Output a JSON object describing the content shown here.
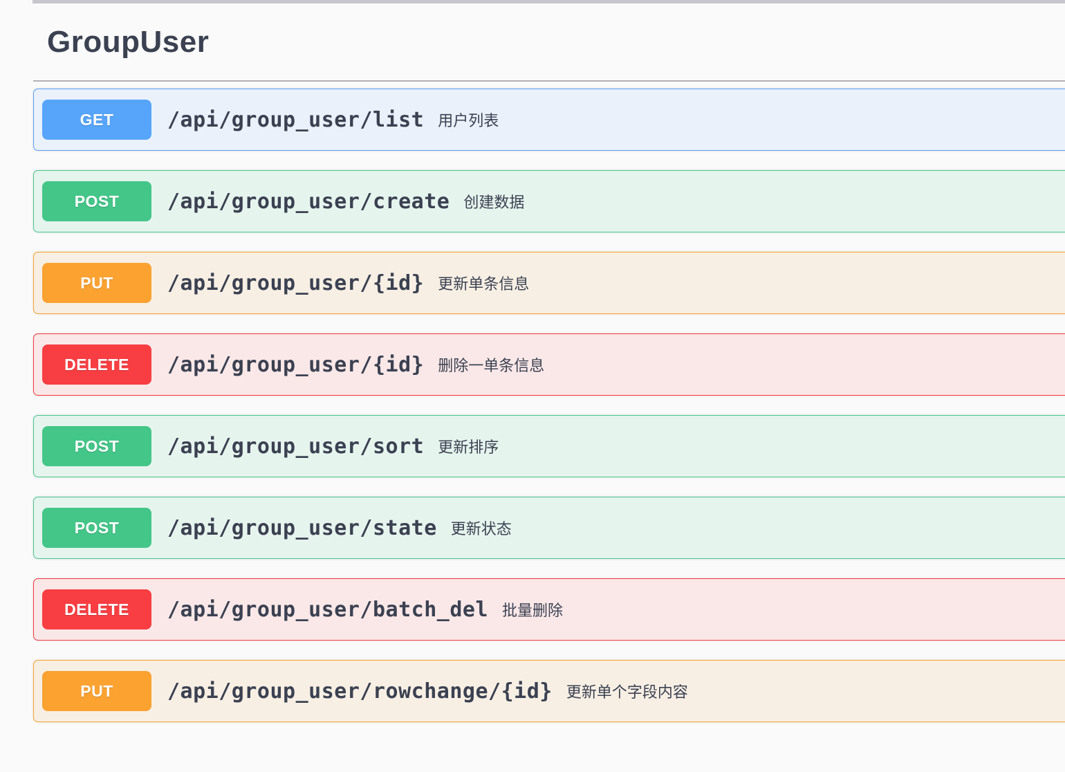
{
  "page": {
    "title": "GroupUser",
    "colors": {
      "background": "#fafafa",
      "title_text": "#3b4151",
      "top_bar": "#c6c6cc",
      "divider": "#b2b2b7"
    }
  },
  "methods": {
    "get": {
      "label": "GET",
      "badge_color": "#56a5fa",
      "border_color": "#5b9ef8",
      "row_background": "#eaf1fb"
    },
    "post": {
      "label": "POST",
      "badge_color": "#44c689",
      "border_color": "#45c68d",
      "row_background": "#e6f4ee"
    },
    "put": {
      "label": "PUT",
      "badge_color": "#fba231",
      "border_color": "#fba12e",
      "row_background": "#f7efe4"
    },
    "delete": {
      "label": "DELETE",
      "badge_color": "#f83e42",
      "border_color": "#f8383d",
      "row_background": "#fae8e8"
    }
  },
  "endpoints": [
    {
      "method": "GET",
      "path": "/api/group_user/list",
      "description": "用户列表"
    },
    {
      "method": "POST",
      "path": "/api/group_user/create",
      "description": "创建数据"
    },
    {
      "method": "PUT",
      "path": "/api/group_user/{id}",
      "description": "更新单条信息"
    },
    {
      "method": "DELETE",
      "path": "/api/group_user/{id}",
      "description": "删除一单条信息"
    },
    {
      "method": "POST",
      "path": "/api/group_user/sort",
      "description": "更新排序"
    },
    {
      "method": "POST",
      "path": "/api/group_user/state",
      "description": "更新状态"
    },
    {
      "method": "DELETE",
      "path": "/api/group_user/batch_del",
      "description": "批量删除"
    },
    {
      "method": "PUT",
      "path": "/api/group_user/rowchange/{id}",
      "description": "更新单个字段内容"
    }
  ]
}
